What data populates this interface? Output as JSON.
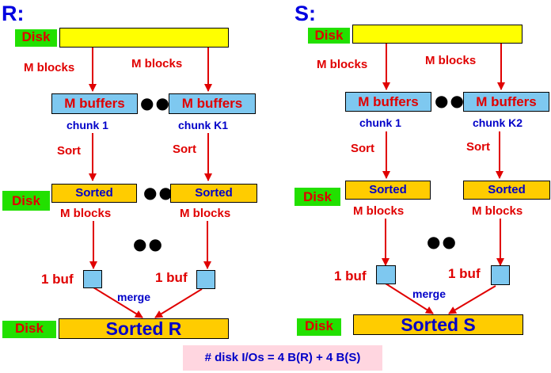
{
  "left_panel": {
    "title": "R:",
    "disk_label": "Disk",
    "m_blocks_label": "M blocks",
    "buffer_label": "M buffers",
    "chunk_first": "chunk 1",
    "chunk_last": "chunk K1",
    "sort_label": "Sort",
    "sorted_label": "Sorted",
    "one_buf_label": "1 buf",
    "merge_label": "merge",
    "final_label": "Sorted R"
  },
  "right_panel": {
    "title": "S:",
    "disk_label": "Disk",
    "m_blocks_label": "M blocks",
    "buffer_label": "M buffers",
    "chunk_first": "chunk 1",
    "chunk_last": "chunk K2",
    "sort_label": "Sort",
    "sorted_label": "Sorted",
    "one_buf_label": "1 buf",
    "merge_label": "merge",
    "final_label": "Sorted S"
  },
  "ellipsis": "●●",
  "footer": {
    "formula": "# disk I/Os = 4 B(R) + 4 B(S)"
  },
  "colors": {
    "disk_bar": "#ffff00",
    "sorted_box": "#ffcc00",
    "buffer_box": "#7ec8f0",
    "disk_badge": "#22e000",
    "arrow": "#e00000",
    "title": "#0000e0",
    "formula_bg": "#ffd6e0"
  }
}
